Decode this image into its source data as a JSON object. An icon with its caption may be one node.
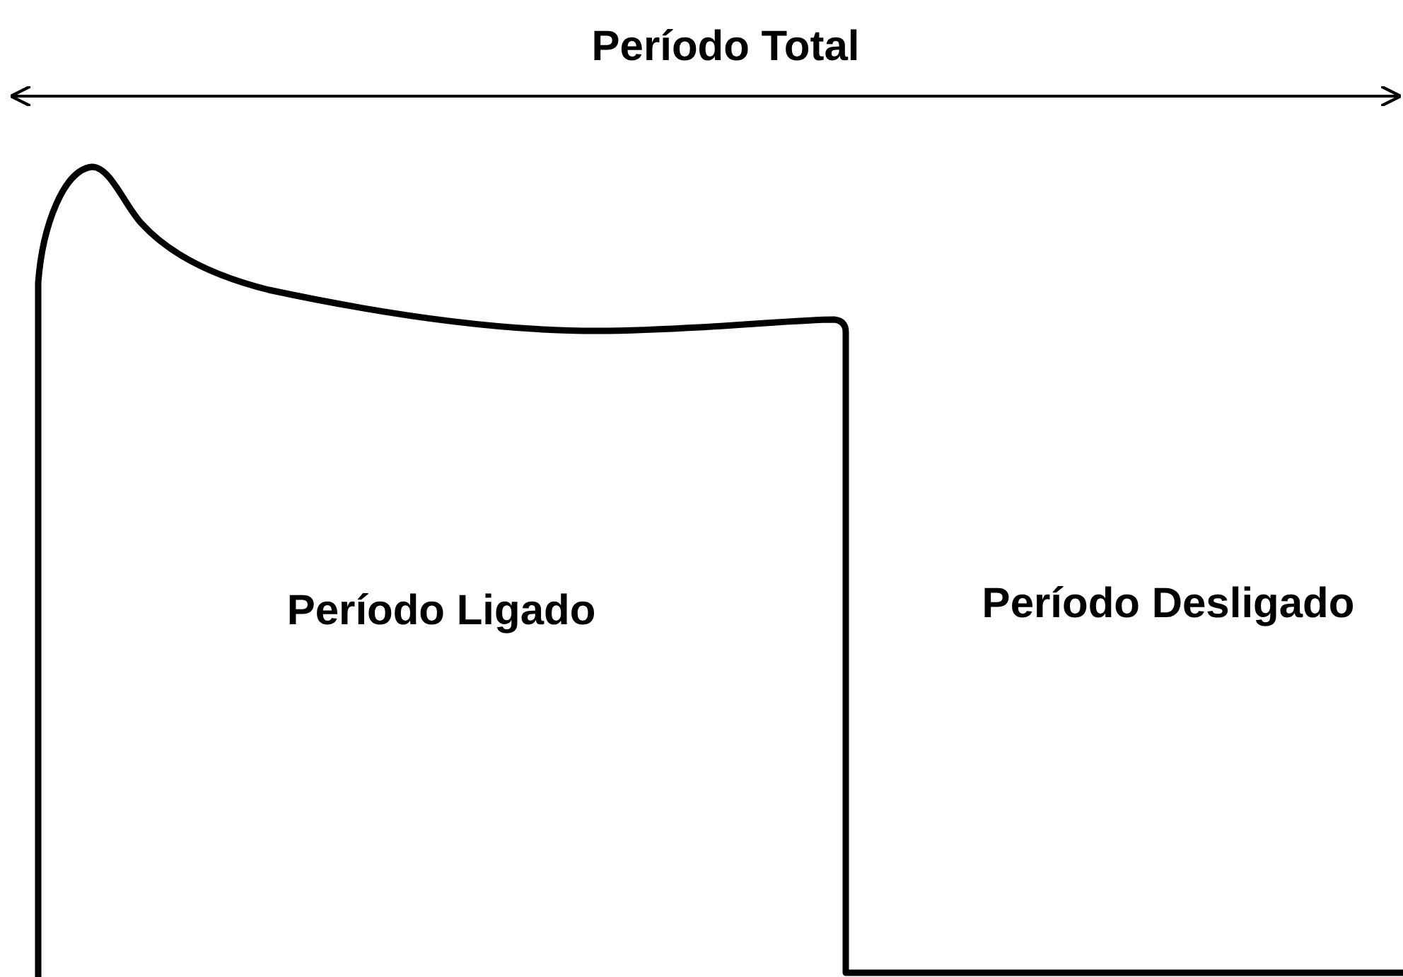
{
  "diagram": {
    "labels": [
      "Período Total",
      "Período Ligado",
      "Período Desligado"
    ]
  }
}
